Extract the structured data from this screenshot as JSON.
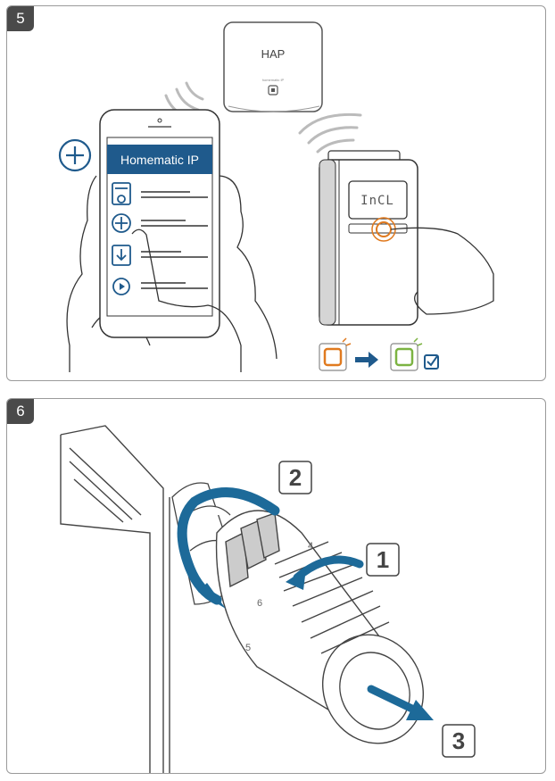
{
  "steps": {
    "step5": {
      "badge": "5"
    },
    "step6": {
      "badge": "6"
    }
  },
  "access_point": {
    "label": "HAP",
    "brand_small": "homematic IP"
  },
  "phone_app": {
    "title": "Homematic IP"
  },
  "thermostat_display": {
    "text": "InCL"
  },
  "callouts": {
    "one": "1",
    "two": "2",
    "three": "3"
  },
  "dial_marks": {
    "four": "4",
    "five": "5",
    "six": "6"
  },
  "colors": {
    "app_blue": "#1f5a8c",
    "arrow_blue": "#1d6a99",
    "led_orange": "#e07a1f",
    "led_green": "#7cb342",
    "check_blue": "#1f5a8c",
    "badge_gray": "#4a4a4a"
  }
}
